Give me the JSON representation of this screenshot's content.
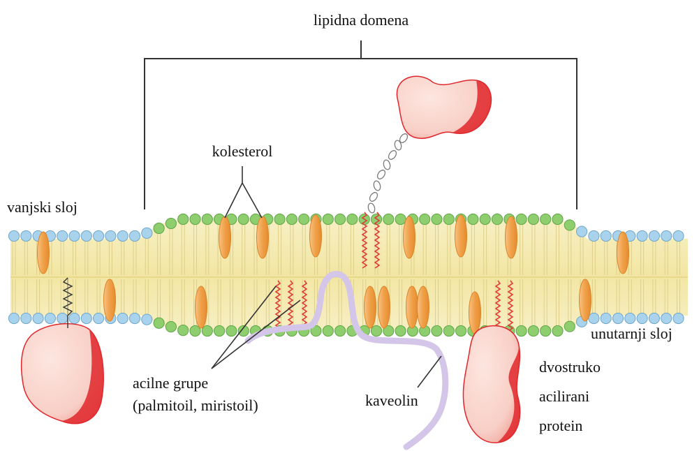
{
  "labels": {
    "lipid_domain": "lipidna domena",
    "cholesterol": "kolesterol",
    "outer_layer": "vanjski sloj",
    "inner_layer": "unutarnji sloj",
    "acyl_groups_line1": "acilne grupe",
    "acyl_groups_line2": "(palmitoil, miristoil)",
    "caveolin": "kaveolin",
    "protein_line1": "dvostruko",
    "protein_line2": "acilirani",
    "protein_line3": "protein"
  },
  "colors": {
    "raft_head": "#8fce6e",
    "normal_head": "#a9d3ec",
    "cholesterol": "#f1a24e",
    "acyl_chain": "#e03a3a",
    "caveolin": "#d3c6e8",
    "protein_fill": "#fbd9d2",
    "protein_shade": "#e0272c",
    "tail_band": "#f5ebb0"
  }
}
